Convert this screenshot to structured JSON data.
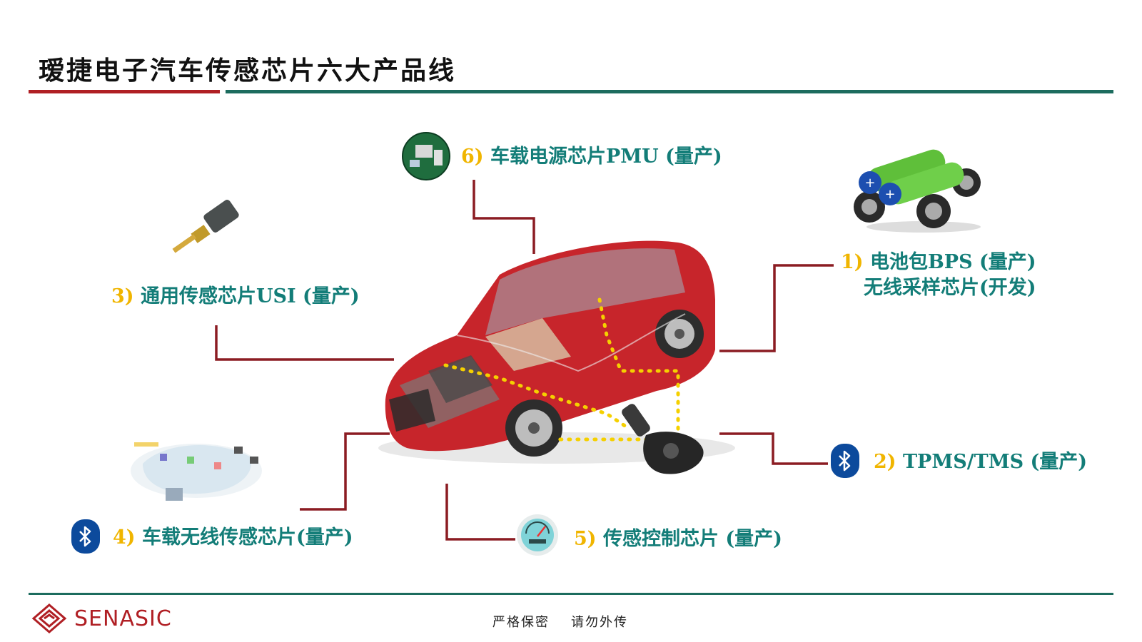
{
  "title": "瑷捷电子汽车传感芯片六大产品线",
  "products": [
    {
      "num": "1)",
      "text": "电池包BPS (量产)",
      "line2": "无线采样芯片(开发)"
    },
    {
      "num": "2)",
      "text": "TPMS/TMS (量产)"
    },
    {
      "num": "3)",
      "text": "通用传感芯片USI (量产)"
    },
    {
      "num": "4)",
      "text": "车载无线传感芯片(量产)"
    },
    {
      "num": "5)",
      "text": "传感控制芯片 (量产)"
    },
    {
      "num": "6)",
      "text": "车载电源芯片PMU (量产)"
    }
  ],
  "footer": {
    "confidential": "严格保密",
    "no_distribute": "请勿外传",
    "logo": "SENASIC"
  },
  "icons": {
    "bluetooth": "bluetooth-icon",
    "gauge": "fuel-gauge-icon",
    "circuit": "circuit-board-icon",
    "battery": "battery-car-icon",
    "sensor": "temperature-sensor-icon",
    "car": "car-cutaway-image",
    "wireless_system": "wireless-system-diagram",
    "tpms": "tpms-valve-sensor"
  },
  "colors": {
    "accent_red": "#b01f24",
    "accent_teal": "#1c6c5e",
    "label_teal": "#137d78",
    "number_gold": "#f0b500",
    "bluetooth_blue": "#0c4a9c"
  }
}
